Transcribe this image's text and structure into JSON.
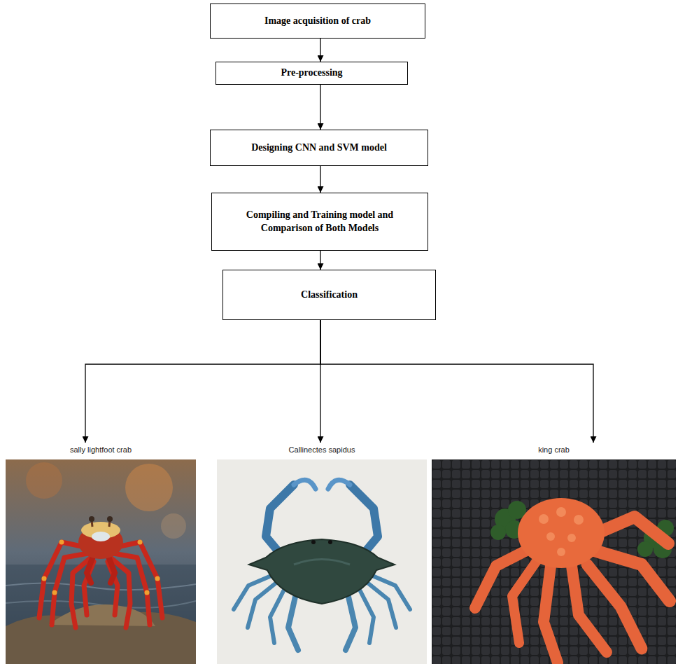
{
  "diagram": {
    "nodes": [
      {
        "text": [
          "Image acquisition of crab"
        ]
      },
      {
        "text": [
          "Pre-processing"
        ]
      },
      {
        "text": [
          "Designing CNN and SVM model"
        ]
      },
      {
        "text": [
          "Compiling and Training model and Comparison of Both Models"
        ]
      },
      {
        "text": [
          "Classification"
        ]
      },
      {
        "text": [
          "sally lightfoot crab"
        ]
      },
      {
        "text": [
          "Callinectes sapidus"
        ]
      },
      {
        "text": [
          "king crab"
        ]
      }
    ],
    "edges": [
      {
        "from": 0,
        "to": 1,
        "arrow": "to"
      },
      {
        "from": 1,
        "to": 2,
        "arrow": "to"
      },
      {
        "from": 2,
        "to": 3,
        "arrow": "to"
      },
      {
        "from": 3,
        "to": 4,
        "arrow": "to"
      },
      {
        "from": 4,
        "to": 5,
        "arrow": "to"
      },
      {
        "from": 4,
        "to": 6,
        "arrow": "to"
      },
      {
        "from": 4,
        "to": 7,
        "arrow": "to"
      }
    ]
  }
}
